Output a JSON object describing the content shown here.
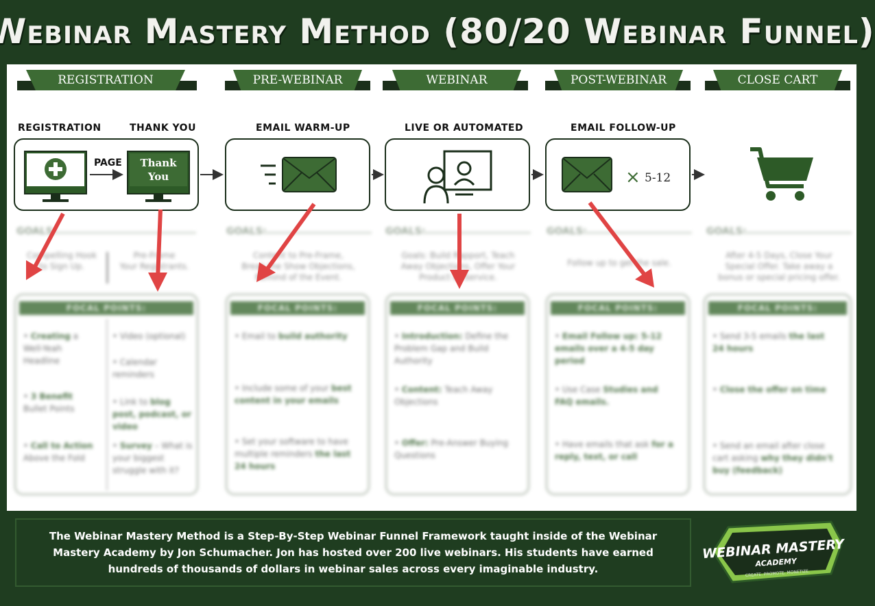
{
  "title": "Webinar Mastery Method (80/20 Webinar Funnel)",
  "stages": [
    {
      "banner": "REGISTRATION"
    },
    {
      "banner": "PRE-WEBINAR"
    },
    {
      "banner": "WEBINAR"
    },
    {
      "banner": "POST-WEBINAR"
    },
    {
      "banner": "CLOSE CART"
    }
  ],
  "sublabels": {
    "registration": "REGISTRATION",
    "thank_you": "THANK YOU",
    "email_warmup": "EMAIL WARM-UP",
    "live_or_automated": "LIVE OR AUTOMATED",
    "email_followup": "EMAIL FOLLOW-UP"
  },
  "page_label": "PAGE",
  "thank_you_screen": [
    "Thank",
    "You"
  ],
  "followup_multiplier": "5-12",
  "goals": [
    {
      "title": "GOALS:",
      "lines": [
        "Compelling Hook",
        "to Sign Up."
      ],
      "lines2": [
        "Pre-Frame",
        "Your Registrants."
      ]
    },
    {
      "title": "GOALS:",
      "lines": [
        "Content to Pre-Frame,",
        "Break the Show Objections,",
        "Remind of the Event."
      ]
    },
    {
      "title": "GOALS:",
      "lines": [
        "Goals: Build Rapport, Teach",
        "Away Objections, Offer Your",
        "Product or Service."
      ]
    },
    {
      "title": "GOALS:",
      "lines": [
        "Follow up to get the sale."
      ]
    },
    {
      "title": "GOALS:",
      "lines": [
        "After 4-5 Days, Close Your",
        "Special Offer. Take away a",
        "bonus or special pricing offer."
      ]
    }
  ],
  "focal_header": "FOCAL POINTS:",
  "focal": [
    {
      "col1": [
        {
          "bold": "Creating",
          "text": " a Well-Yeah Headline"
        },
        {
          "bold": "3 Benefit",
          "text": " Bullet Points"
        },
        {
          "bold": "Call to Action",
          "text": " Above the Fold"
        }
      ],
      "col2": [
        {
          "bold": "",
          "text": "Video (optional)"
        },
        {
          "bold": "",
          "text": "Calendar reminders"
        },
        {
          "bold": "blog post, podcast, or video",
          "text": "Link to "
        },
        {
          "bold": "Survey",
          "text": " – What is your biggest struggle with it?"
        }
      ]
    },
    {
      "col1": [
        {
          "bold": "build authority",
          "text": "Email to "
        },
        {
          "bold": "best content in your emails",
          "text": "Include some of your "
        },
        {
          "bold": "the last 24 hours",
          "text": "Set your software to have multiple reminders "
        }
      ]
    },
    {
      "col1": [
        {
          "bold": "Introduction:",
          "text": " Define the Problem Gap and Build Authority"
        },
        {
          "bold": "Content:",
          "text": " Teach Away Objections"
        },
        {
          "bold": "Offer:",
          "text": " Pre-Answer Buying Questions"
        }
      ]
    },
    {
      "col1": [
        {
          "bold": "Email Follow up: 5-12 emails over a 4-5 day period",
          "text": ""
        },
        {
          "bold": "Studies and FAQ emails.",
          "text": "Use Case "
        },
        {
          "bold": "for a reply, text, or call",
          "text": "Have emails that ask "
        }
      ]
    },
    {
      "col1": [
        {
          "bold": "the last 24 hours",
          "text": "Send 3-5 emails "
        },
        {
          "bold": "Close the offer on time",
          "text": ""
        },
        {
          "bold": "why they didn't buy (feedback)",
          "text": "Send an email after close cart asking "
        }
      ]
    }
  ],
  "footer": "The Webinar Mastery Method is a Step-By-Step Webinar Funnel Framework taught inside of the Webinar Mastery Academy by Jon Schumacher. Jon has hosted over 200 live webinars. His students have earned hundreds of thousands of dollars in webinar sales across every imaginable industry.",
  "logo": {
    "line1": "WEBINAR MASTERY",
    "line2": "ACADEMY",
    "line3": "CREATE. PROMOTE. MONETIZE."
  },
  "colors": {
    "dark_green": "#1f3d20",
    "accent_green": "#3d6b34",
    "arrow_red": "#e04444"
  }
}
